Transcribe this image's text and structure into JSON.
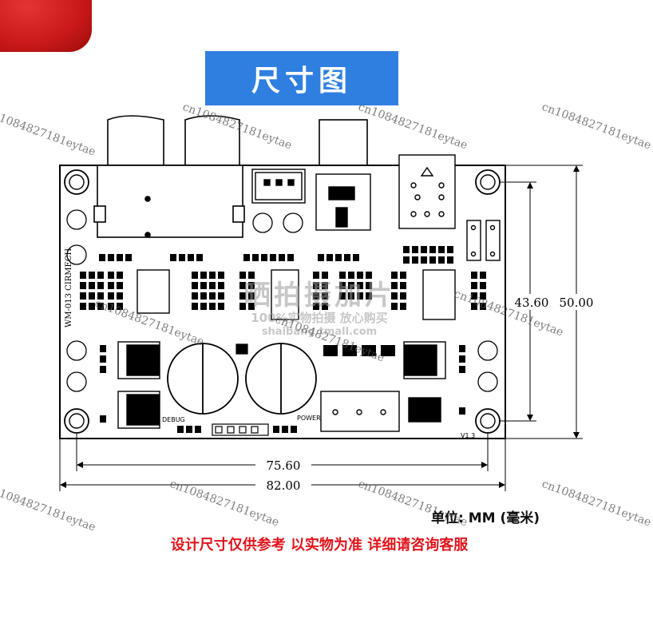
{
  "title": "尺寸图",
  "board": {
    "label_vertical": "WM-013 CIRMECH",
    "label_debug": "DEBUG",
    "label_power": "POWER",
    "label_version": "V1.3"
  },
  "dimensions": {
    "hole_span_horizontal": "75.60",
    "board_width": "82.00",
    "hole_span_vertical": "43.60",
    "board_height": "50.00"
  },
  "unit_label": "单位: MM (毫米)",
  "disclaimer": "设计尺寸仅供参考 以实物为准 详细请咨询客服",
  "watermarks": [
    "cn1084827181eytae",
    "cn1084827181eytae",
    "cn1084827181eytae",
    "1084827181eytae",
    "cn1084827181eytae",
    "cn1084827181eytae",
    "cn1084827181eytae",
    "cn1084827181eytae",
    "1084827181eytae",
    "cn1084827181eytae",
    "cn1084827181eytae"
  ],
  "center_watermark": {
    "line1": "晒拍摄加片",
    "line2": "100%实物拍摄 放心购买",
    "line3": "shaibang.tmall.com"
  }
}
